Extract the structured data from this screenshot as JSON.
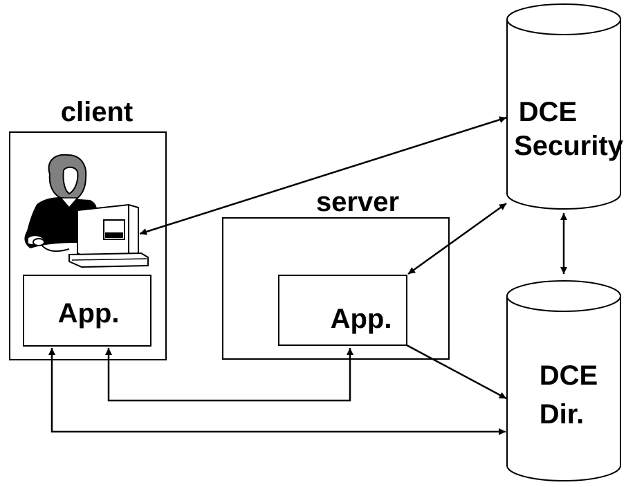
{
  "labels": {
    "client": "client",
    "server": "server",
    "client_app": "App.",
    "server_app": "App.",
    "security_line1": "DCE",
    "security_line2": "Security",
    "directory_line1": "DCE",
    "directory_line2": "Dir."
  },
  "icons": {
    "user_workstation": "person-at-computer-icon"
  },
  "colors": {
    "stroke": "#000000",
    "background": "#ffffff"
  }
}
